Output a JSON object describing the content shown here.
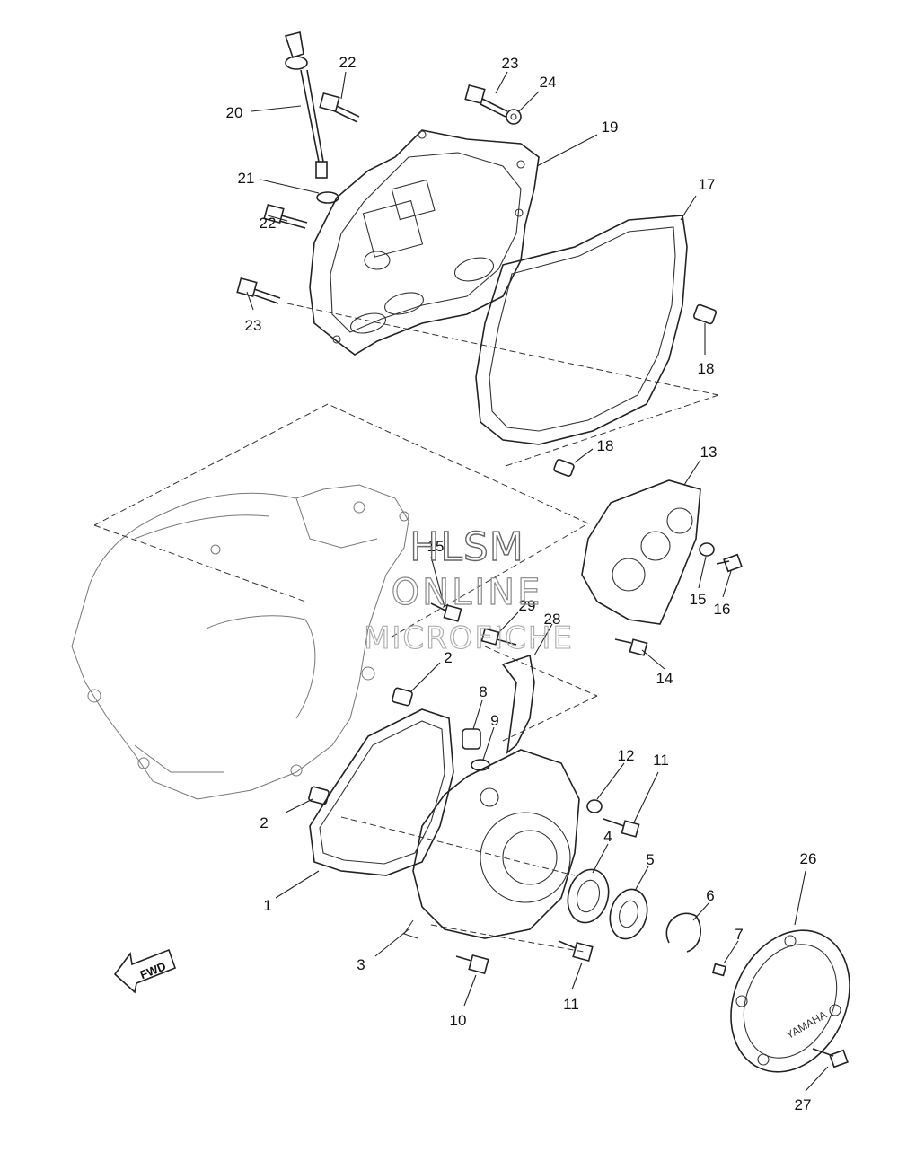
{
  "watermark": {
    "line1": "HLSM",
    "line2": "ONLINE",
    "line3": "MICROFICHE"
  },
  "direction_label": "FWD",
  "cover_brand": "YAMAHA",
  "callouts": [
    {
      "num": "1"
    },
    {
      "num": "2"
    },
    {
      "num": "2"
    },
    {
      "num": "3"
    },
    {
      "num": "4"
    },
    {
      "num": "5"
    },
    {
      "num": "6"
    },
    {
      "num": "7"
    },
    {
      "num": "8"
    },
    {
      "num": "9"
    },
    {
      "num": "10"
    },
    {
      "num": "11"
    },
    {
      "num": "11"
    },
    {
      "num": "12"
    },
    {
      "num": "13"
    },
    {
      "num": "14"
    },
    {
      "num": "15"
    },
    {
      "num": "15"
    },
    {
      "num": "16"
    },
    {
      "num": "17"
    },
    {
      "num": "18"
    },
    {
      "num": "18"
    },
    {
      "num": "19"
    },
    {
      "num": "20"
    },
    {
      "num": "21"
    },
    {
      "num": "22"
    },
    {
      "num": "22"
    },
    {
      "num": "23"
    },
    {
      "num": "23"
    },
    {
      "num": "24"
    },
    {
      "num": "26"
    },
    {
      "num": "27"
    },
    {
      "num": "28"
    },
    {
      "num": "29"
    }
  ]
}
